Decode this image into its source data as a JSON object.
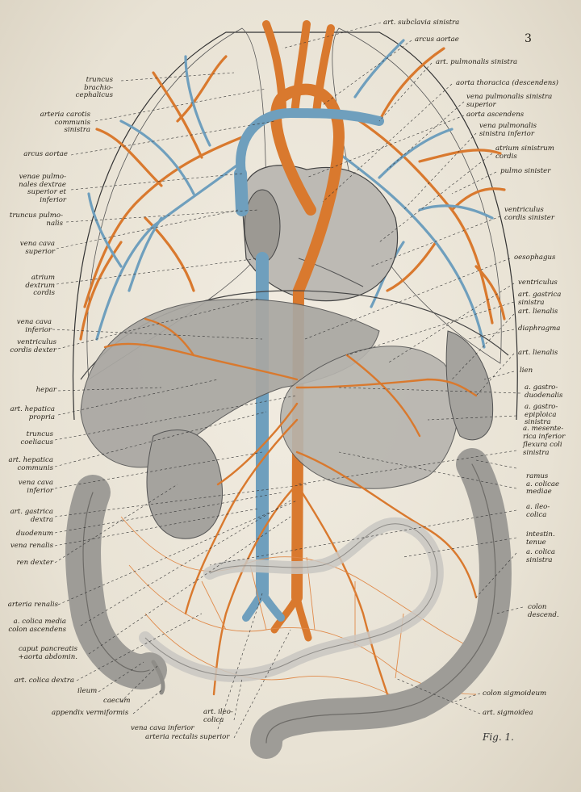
{
  "page_number": "3",
  "figure_caption": "Fig. 1.",
  "colors": {
    "artery": "#d9792e",
    "vein": "#6f9fbd",
    "paper": "#ede7db",
    "organ": "#a5a39e",
    "ink": "#262118"
  },
  "labels_left": [
    "truncus\nbrachio-\ncephalicus",
    "arteria carotis\ncommunis\nsinistra",
    "arcus aortae",
    "venae pulmo-\nnales dextrae\nsuperior et\ninferior",
    "truncus pulmo-\nnalis",
    "vena cava\nsuperior",
    "atrium\ndextrum\ncordis",
    "vena cava\ninferior",
    "ventriculus\ncordis dexter",
    "hepar",
    "art. hepatica\npropria",
    "truncus\ncoeliacus",
    "art. hepatica\ncommunis",
    "vena cava\ninferior",
    "art. gastrica\ndextra",
    "duodenum",
    "vena renalis",
    "ren dexter",
    "arteria renalis",
    "a. colica media\ncolon ascendens",
    "caput pancreatis\n+aorta abdomin.",
    "art. colica dextra"
  ],
  "labels_right": [
    "art. subclavia sinistra",
    "arcus aortae",
    "art. pulmonalis sinistra",
    "aorta thoracica (descendens)",
    "vena pulmonalis sinistra\nsuperior",
    "aorta ascendens",
    "vena pulmonalis\nsinistra inferior",
    "atrium sinistrum\ncordis",
    "pulmo sinister",
    "ventriculus\ncordis sinister",
    "oesophagus",
    "ventriculus",
    "art. gastrica\nsinistra",
    "art. lienalis",
    "diaphragma",
    "art. lienalis",
    "lien",
    "a. gastro-\nduodenalis",
    "a. gastro-\nepiploica\nsinistra",
    "a. mesente-\nrica inferior",
    "flexura coli\nsinistra",
    "ramus\na. colicae\nmediae",
    "a. ileo-\ncolica",
    "intestin.\ntenue",
    "a. colica\nsinistra",
    "colon\ndescend.",
    "colon sigmoideum",
    "art. sigmoidea"
  ],
  "labels_bottom": [
    "ileum",
    "caecum",
    "appendix vermiformis",
    "art. ileo-\ncolica",
    "vena cava inferior",
    "arteria rectalis superior"
  ]
}
